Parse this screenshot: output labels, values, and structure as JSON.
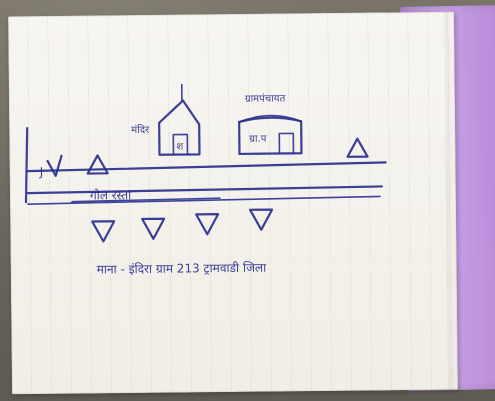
{
  "scene": {
    "labels": {
      "map_left_marker": "J",
      "building_1_label": "मंदिर",
      "building_1_door": "श",
      "building_2_label": "ग्रामपंचायत",
      "building_2_marks": "ग्रा.प",
      "road_label": "गोल रस्ता",
      "bottom_caption": "माना - इंदिरा ग्राम 213 ट्रामवाडी जिला"
    }
  }
}
